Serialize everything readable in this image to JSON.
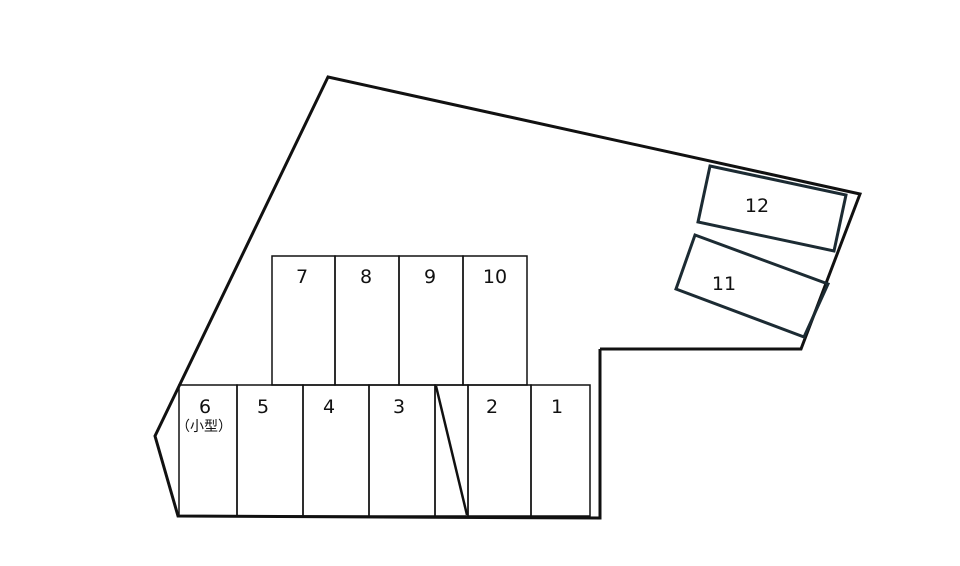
{
  "stalls": [
    {
      "id": "1",
      "label": "1"
    },
    {
      "id": "2",
      "label": "2"
    },
    {
      "id": "3",
      "label": "3"
    },
    {
      "id": "4",
      "label": "4"
    },
    {
      "id": "5",
      "label": "5"
    },
    {
      "id": "6",
      "label": "6",
      "note": "（小型）"
    },
    {
      "id": "7",
      "label": "7"
    },
    {
      "id": "8",
      "label": "8"
    },
    {
      "id": "9",
      "label": "9"
    },
    {
      "id": "10",
      "label": "10"
    },
    {
      "id": "11",
      "label": "11"
    },
    {
      "id": "12",
      "label": "12"
    }
  ]
}
